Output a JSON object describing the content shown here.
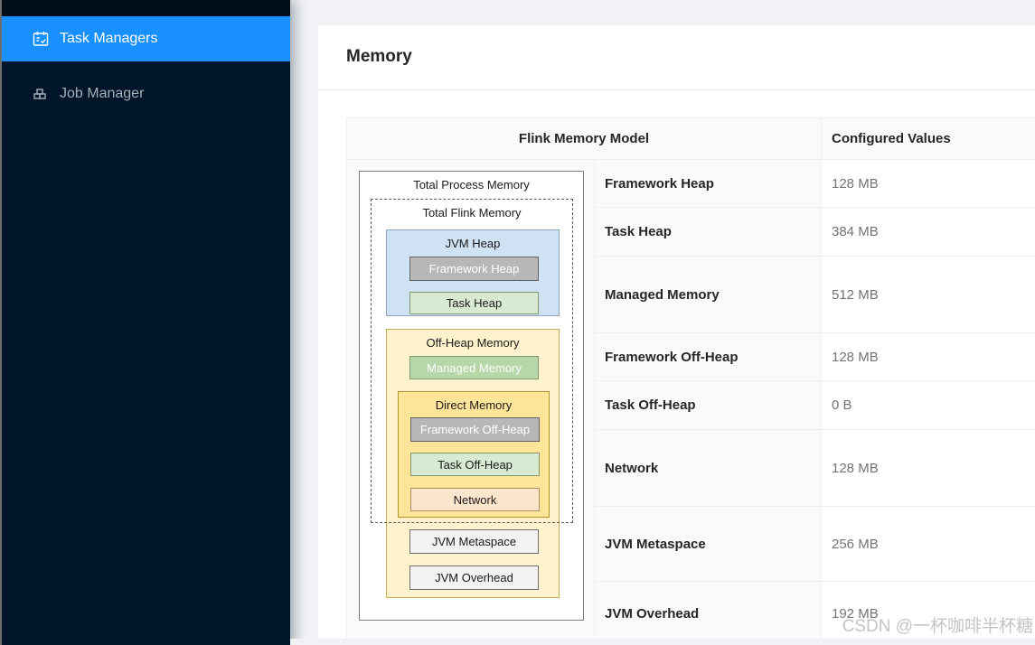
{
  "sidebar": {
    "items": [
      {
        "label": "Task Managers",
        "icon": "calendar-check-icon",
        "active": true
      },
      {
        "label": "Job Manager",
        "icon": "blocks-icon",
        "active": false
      }
    ]
  },
  "page": {
    "title": "Memory"
  },
  "table": {
    "headers": {
      "model": "Flink Memory Model",
      "configured": "Configured Values"
    },
    "rows": [
      {
        "name": "Framework Heap",
        "value": "128 MB"
      },
      {
        "name": "Task Heap",
        "value": "384 MB"
      },
      {
        "name": "Managed Memory",
        "value": "512 MB"
      },
      {
        "name": "Framework Off-Heap",
        "value": "128 MB"
      },
      {
        "name": "Task Off-Heap",
        "value": "0 B"
      },
      {
        "name": "Network",
        "value": "128 MB"
      },
      {
        "name": "JVM Metaspace",
        "value": "256 MB"
      },
      {
        "name": "JVM Overhead",
        "value": "192 MB"
      }
    ]
  },
  "diagram": {
    "total_process_memory": "Total Process Memory",
    "total_flink_memory": "Total Flink Memory",
    "jvm_heap": "JVM Heap",
    "framework_heap": "Framework Heap",
    "task_heap": "Task Heap",
    "off_heap_memory": "Off-Heap Memory",
    "managed_memory": "Managed Memory",
    "direct_memory": "Direct Memory",
    "framework_off_heap": "Framework Off-Heap",
    "task_off_heap": "Task Off-Heap",
    "network": "Network",
    "jvm_metaspace": "JVM Metaspace",
    "jvm_overhead": "JVM Overhead"
  },
  "watermark": "CSDN @一杯咖啡半杯糖",
  "colors": {
    "sidebar_bg": "#001529",
    "active_item": "#1890ff",
    "content_bg": "#f0f2f5",
    "jvm_heap_box": "#cfe2f3",
    "off_heap_box": "#fff2cc",
    "direct_memory_box": "#ffe599",
    "gray_leaf": "#b7b7b7",
    "green_leaf": "#d9ead3",
    "managed_leaf": "#b6d7a8",
    "network_leaf": "#fce5cd"
  }
}
